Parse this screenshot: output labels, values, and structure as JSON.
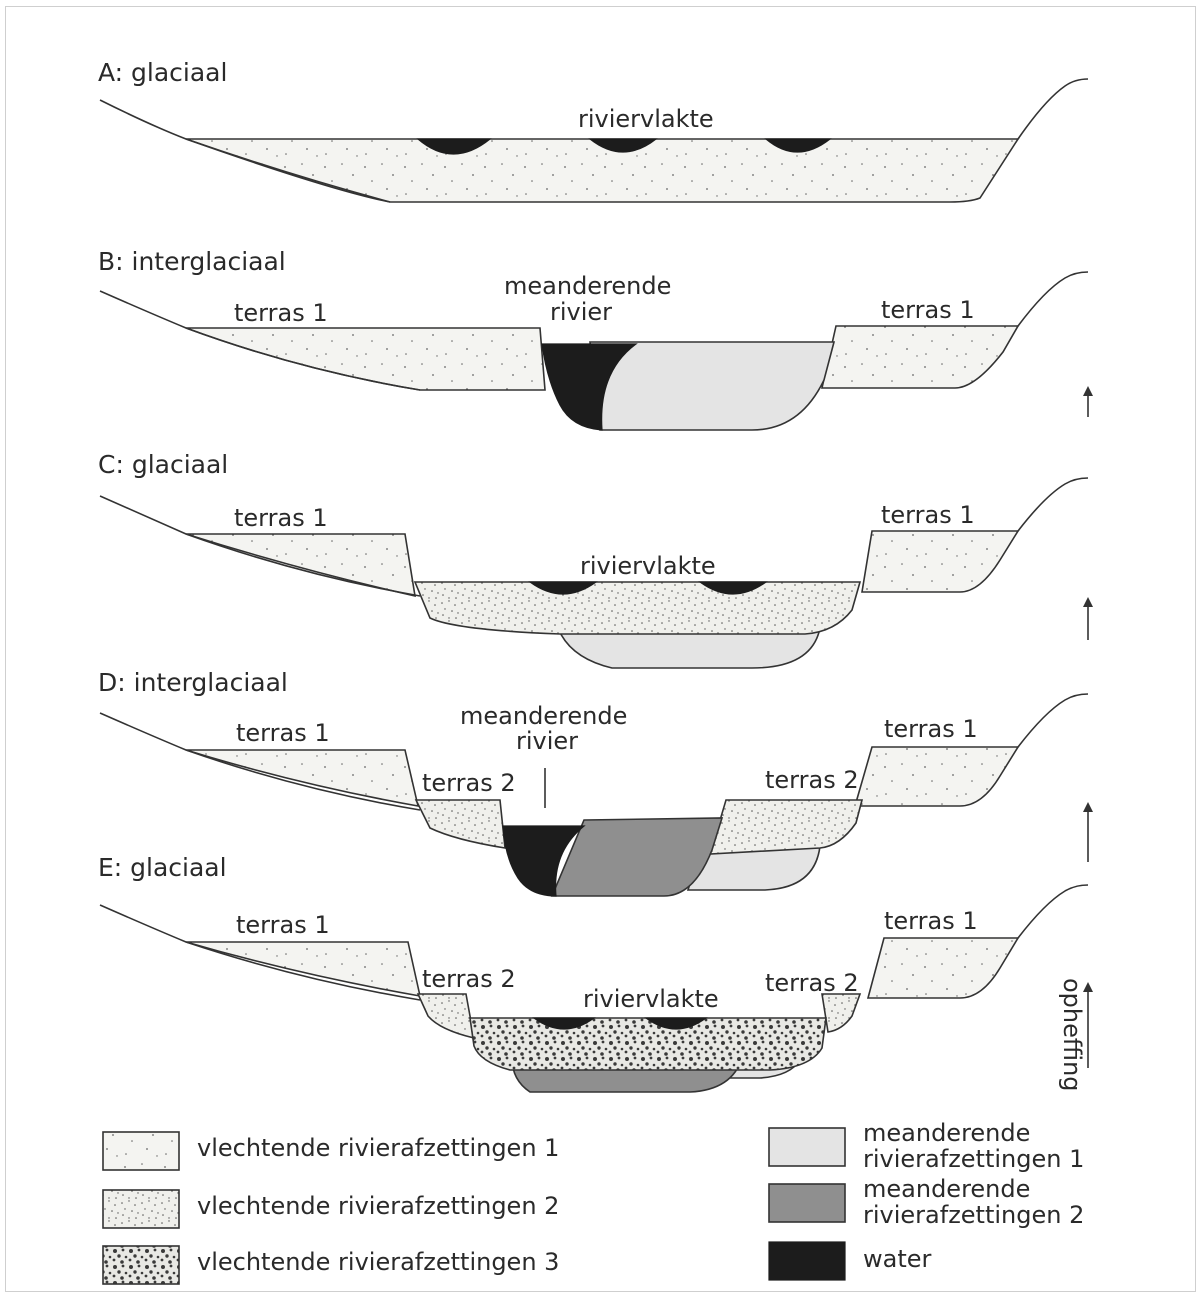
{
  "panels": {
    "a": {
      "title": "A: glaciaal",
      "plain": "riviervlakte"
    },
    "b": {
      "title": "B: interglaciaal",
      "river_line1": "meanderende",
      "river_line2": "rivier",
      "terrace_left": "terras 1",
      "terrace_right": "terras 1"
    },
    "c": {
      "title": "C: glaciaal",
      "plain": "riviervlakte",
      "terrace_left": "terras 1",
      "terrace_right": "terras 1"
    },
    "d": {
      "title": "D: interglaciaal",
      "river_line1": "meanderende",
      "river_line2": "rivier",
      "terrace1_left": "terras 1",
      "terrace1_right": "terras 1",
      "terrace2_left": "terras 2",
      "terrace2_right": "terras 2"
    },
    "e": {
      "title": "E: glaciaal",
      "plain": "riviervlakte",
      "terrace1_left": "terras 1",
      "terrace1_right": "terras 1",
      "terrace2_left": "terras 2",
      "terrace2_right": "terras 2"
    }
  },
  "uplift_label": "opheffing",
  "legend": {
    "braided1": "vlechtende rivierafzettingen 1",
    "braided2": "vlechtende rivierafzettingen 2",
    "braided3": "vlechtende rivierafzettingen 3",
    "meander1_line1": "meanderende",
    "meander1_line2": "rivierafzettingen 1",
    "meander2_line1": "meanderende",
    "meander2_line2": "rivierafzettingen 2",
    "water": "water"
  },
  "colors": {
    "water": "#1c1c1c",
    "meander1": "#e4e4e4",
    "meander2": "#8f8f8f",
    "outline": "#333333"
  }
}
